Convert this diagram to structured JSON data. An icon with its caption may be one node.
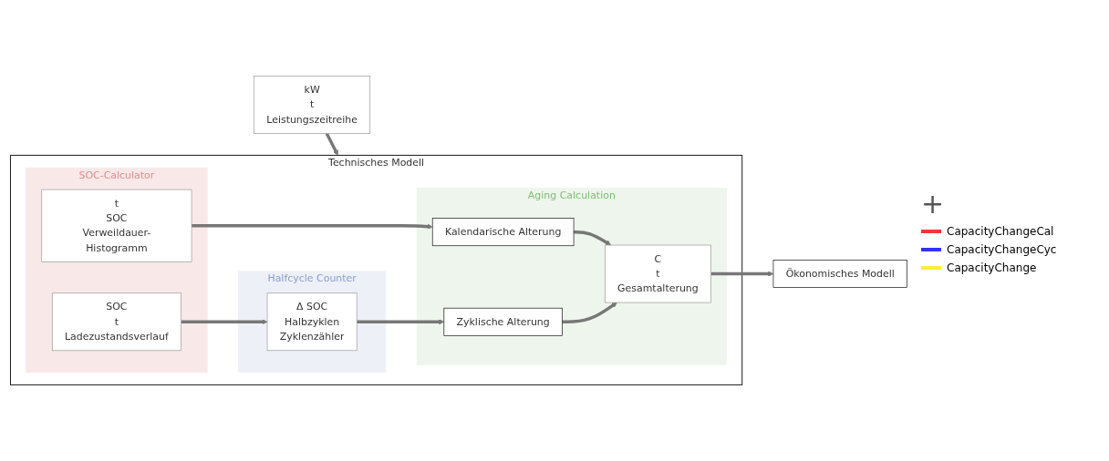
{
  "diagram": {
    "nodes": [
      {
        "text": [
          "Technisches Modell"
        ]
      },
      {
        "text": [
          "SOC-Calculator"
        ],
        "in": 0
      },
      {
        "text": [
          "Halfcycle Counter"
        ],
        "in": 0
      },
      {
        "text": [
          "Aging Calculation"
        ],
        "in": 0
      },
      {
        "text": [
          "kW",
          "t",
          "Leistungszeitreihe"
        ]
      },
      {
        "text": [
          "t",
          "SOC",
          "Verweildauer-Histogramm"
        ],
        "in": 1
      },
      {
        "text": [
          "SOC",
          "t",
          "Ladezustandsverlauf"
        ],
        "in": 1
      },
      {
        "text": [
          "Δ SOC",
          "Halbzyklen",
          "Zyklenzähler"
        ],
        "in": 2
      },
      {
        "text": [
          "Kalendarische Alterung"
        ],
        "in": 3
      },
      {
        "text": [
          "Zyklische Alterung"
        ],
        "in": 3
      },
      {
        "text": [
          "C",
          "t",
          "Gesamtalterung"
        ],
        "in": 3
      },
      {
        "text": [
          "Ökonomisches Modell"
        ]
      }
    ],
    "edges": [
      {
        "from": 4,
        "to": 0,
        "arrow": "to"
      },
      {
        "from": 5,
        "to": 8,
        "arrow": "to"
      },
      {
        "from": 6,
        "to": 7,
        "arrow": "to"
      },
      {
        "from": 7,
        "to": 9,
        "arrow": "to"
      },
      {
        "from": 8,
        "to": 10,
        "arrow": "to"
      },
      {
        "from": 9,
        "to": 10,
        "arrow": "to"
      },
      {
        "from": 10,
        "to": 11,
        "arrow": "to"
      }
    ],
    "labels": [
      "+"
    ],
    "legend": [
      {
        "text": "CapacityChangeCal",
        "color": "#ff3333"
      },
      {
        "text": "CapacityChangeCyc",
        "color": "#3333ff"
      },
      {
        "text": "CapacityChange",
        "color": "#ffee33"
      }
    ]
  }
}
